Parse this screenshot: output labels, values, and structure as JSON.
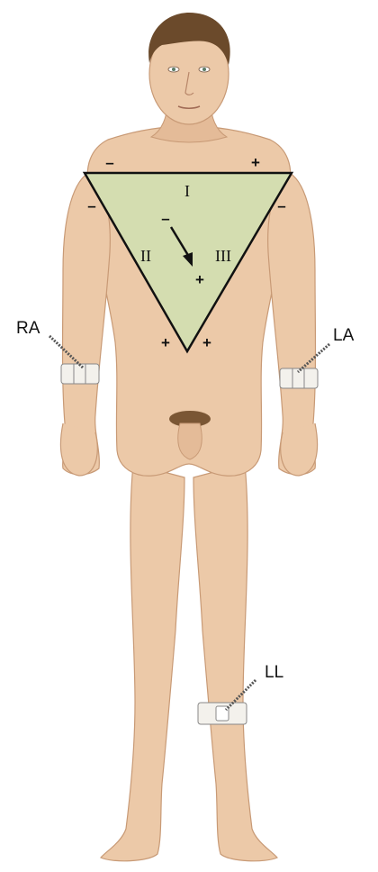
{
  "leads": {
    "ra": "RA",
    "la": "LA",
    "ll": "LL"
  },
  "triangle": {
    "lead_i": "I",
    "lead_ii": "II",
    "lead_iii": "III",
    "top_left_sign": "–",
    "top_right_sign": "+",
    "left_top_sign": "–",
    "right_top_sign": "–",
    "bottom_left_sign": "+",
    "bottom_right_sign": "+",
    "axis_minus": "–",
    "axis_plus": "+"
  },
  "colors": {
    "triangle_fill": "#d4ddb0",
    "skin": "#ecc9a8",
    "skin_shadow": "#d9ab86",
    "hair": "#6b4a2b",
    "cuff": "#f3f1ec",
    "wire": "#555555"
  }
}
